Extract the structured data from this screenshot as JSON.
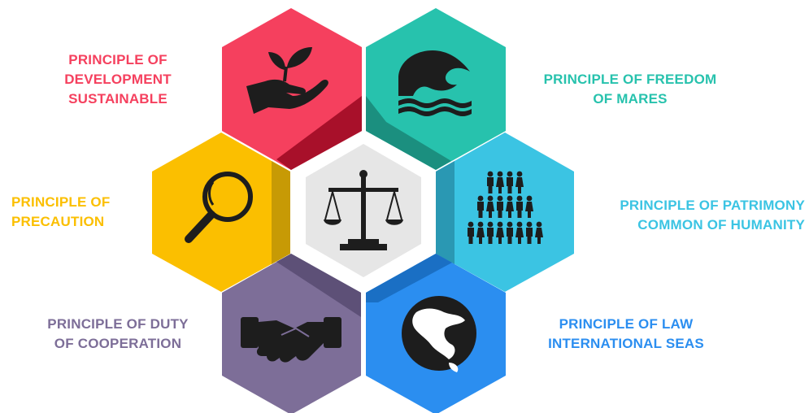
{
  "principles": [
    {
      "id": "development",
      "lines": [
        "PRINCIPLE OF",
        "DEVELOPMENT",
        "SUSTAINABLE"
      ],
      "color": "#f5405e",
      "shade": "#a8102a",
      "icon": "plant-in-hand-icon"
    },
    {
      "id": "freedom",
      "lines": [
        "PRINCIPLE OF FREEDOM",
        "OF MARES"
      ],
      "color": "#27c2ad",
      "shade": "#1b8f7f",
      "icon": "wave-icon"
    },
    {
      "id": "precaution",
      "lines": [
        "PRINCIPLE OF",
        "PRECAUTION"
      ],
      "color": "#fbbf00",
      "shade": "#c79a05",
      "icon": "magnifying-glass-icon"
    },
    {
      "id": "patrimony",
      "lines": [
        "PRINCIPLE OF PATRIMONY",
        "COMMON OF HUMANITY"
      ],
      "color": "#3bc4e3",
      "shade": "#2a98b3",
      "icon": "people-pyramid-icon"
    },
    {
      "id": "cooperation",
      "lines": [
        "PRINCIPLE OF DUTY",
        "OF COOPERATION"
      ],
      "color": "#7d6e98",
      "shade": "#5d5077",
      "icon": "handshake-icon"
    },
    {
      "id": "law",
      "lines": [
        "PRINCIPLE OF LAW",
        "INTERNATIONAL SEAS"
      ],
      "color": "#2b8ef0",
      "shade": "#1a6fc4",
      "icon": "globe-icon"
    }
  ],
  "center": {
    "color": "#e6e6e6",
    "icon": "scales-of-justice-icon"
  }
}
